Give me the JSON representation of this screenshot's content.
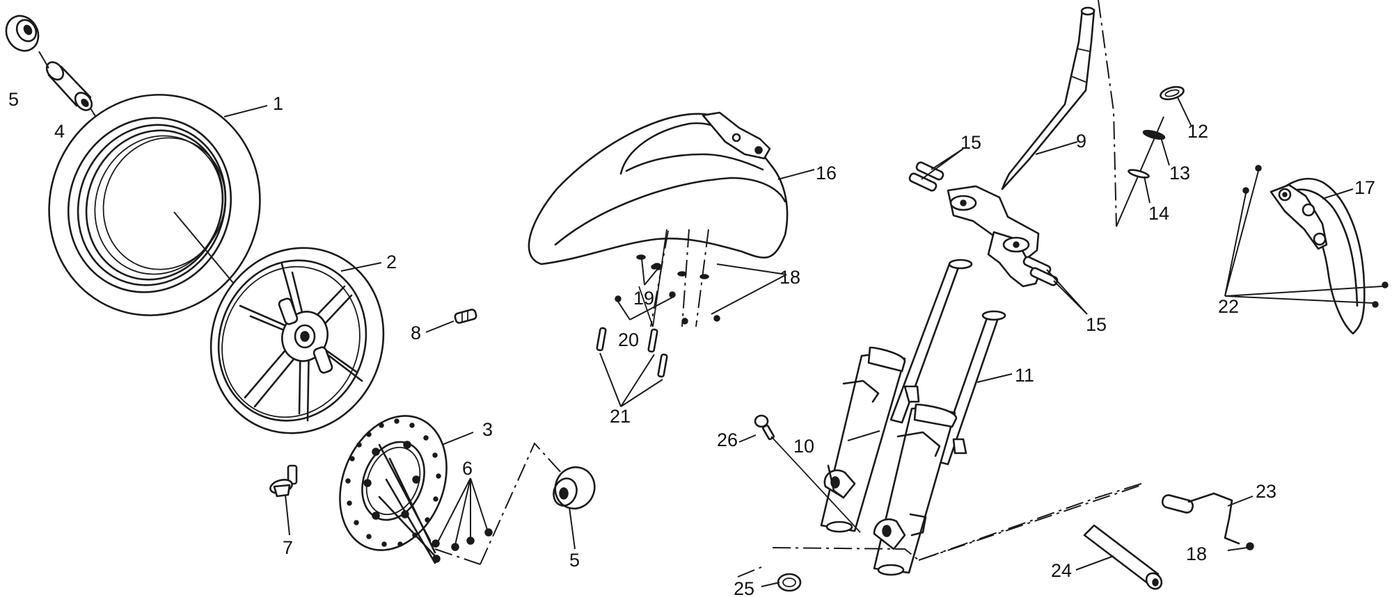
{
  "diagram": {
    "callouts": {
      "c1": "1",
      "c2": "2",
      "c3": "3",
      "c4": "4",
      "c5a": "5",
      "c5b": "5",
      "c6": "6",
      "c7": "7",
      "c8": "8",
      "c9": "9",
      "c10": "10",
      "c11": "11",
      "c12": "12",
      "c13": "13",
      "c14": "14",
      "c15a": "15",
      "c15b": "15",
      "c16": "16",
      "c17": "17",
      "c18a": "18",
      "c18b": "18",
      "c19": "19",
      "c20": "20",
      "c21": "21",
      "c22": "22",
      "c23": "23",
      "c24": "24",
      "c25": "25",
      "c26": "26"
    },
    "colors": {
      "line": "#1a1a1a",
      "background": "#ffffff"
    }
  }
}
